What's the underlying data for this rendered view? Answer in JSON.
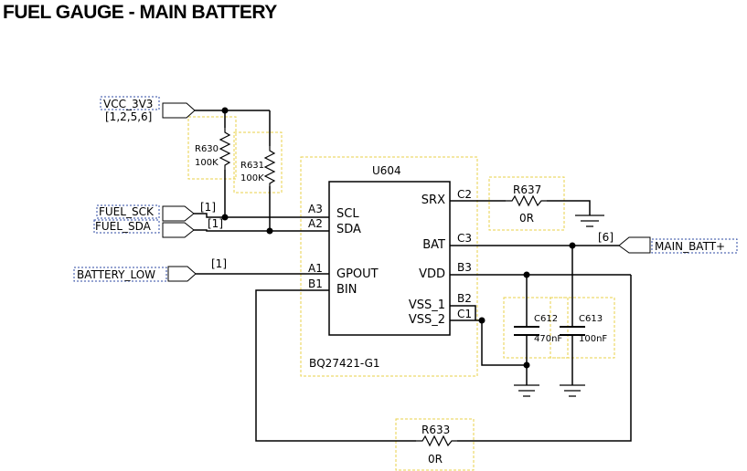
{
  "title": "FUEL GAUGE - MAIN BATTERY",
  "ports": {
    "vcc": {
      "name": "VCC_3V3",
      "refs": "[1,2,5,6]"
    },
    "fuel_sck": {
      "name": "FUEL_SCK",
      "ref": "[1]"
    },
    "fuel_sda": {
      "name": "FUEL_SDA",
      "ref": "[1]"
    },
    "battery_low": {
      "name": "BATTERY_LOW",
      "ref": "[1]"
    },
    "main_batt": {
      "name": "MAIN_BATT+",
      "ref": "[6]"
    }
  },
  "ic": {
    "ref": "U604",
    "part": "BQ27421-G1",
    "pins": {
      "a3": {
        "num": "A3",
        "name": "SCL"
      },
      "a2": {
        "num": "A2",
        "name": "SDA"
      },
      "a1": {
        "num": "A1",
        "name": "GPOUT"
      },
      "b1": {
        "num": "B1",
        "name": "BIN"
      },
      "c2": {
        "num": "C2",
        "name": "SRX"
      },
      "c3": {
        "num": "C3",
        "name": "BAT"
      },
      "b3": {
        "num": "B3",
        "name": "VDD"
      },
      "b2": {
        "num": "B2",
        "name": "VSS_1"
      },
      "c1": {
        "num": "C1",
        "name": "VSS_2"
      }
    }
  },
  "components": {
    "r630": {
      "ref": "R630",
      "value": "100K"
    },
    "r631": {
      "ref": "R631",
      "value": "100K"
    },
    "r637": {
      "ref": "R637",
      "value": "0R"
    },
    "r633": {
      "ref": "R633",
      "value": "0R"
    },
    "c612": {
      "ref": "C612",
      "value": "470nF"
    },
    "c613": {
      "ref": "C613",
      "value": "100nF"
    }
  },
  "colors": {
    "wire": "#000000",
    "outline": "#e8d24a",
    "label_box": "#2d4aa3"
  }
}
